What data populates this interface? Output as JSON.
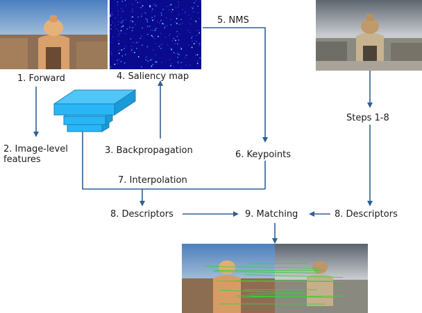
{
  "labels": {
    "forward": "1. Forward",
    "image_level_features": "2. Image-level features",
    "backpropagation": "3. Backpropagation",
    "saliency_map": "4. Saliency map",
    "nms": "5. NMS",
    "keypoints": "6. Keypoints",
    "interpolation": "7. Interpolation",
    "descriptors_left": "8. Descriptors",
    "matching": "9. Matching",
    "descriptors_right": "8. Descriptors",
    "steps": "Steps 1-8"
  },
  "colors": {
    "arrow": "#2f5f93",
    "feature_block": "#29b6f6",
    "saliency_bg": "#0a0a8c",
    "match_line": "#36d236"
  },
  "images": {
    "source_photo": "monument-sunset-photo",
    "target_photo": "monument-daylight-photo",
    "saliency": "saliency-heatmap",
    "matches": "matched-pair-photo"
  }
}
